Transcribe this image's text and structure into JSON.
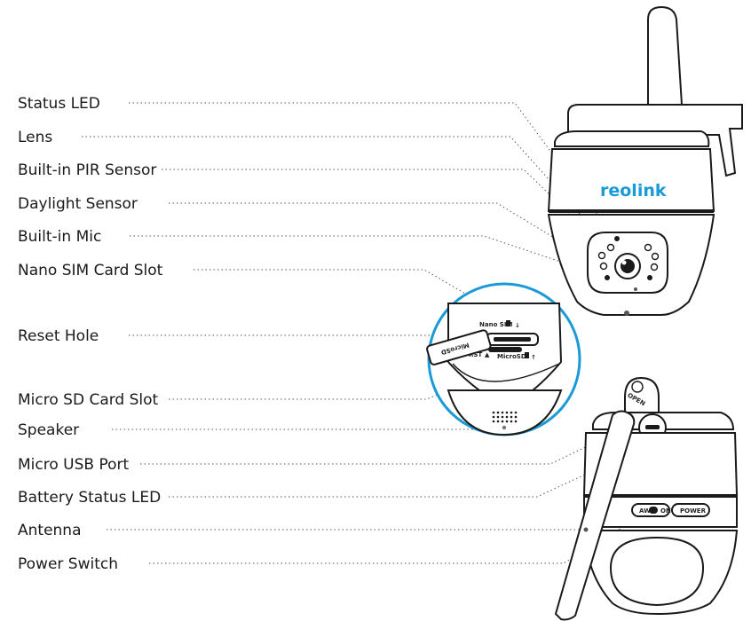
{
  "labels": [
    "Status LED",
    "Lens",
    "Built-in PIR Sensor",
    "Daylight Sensor",
    "Built-in Mic",
    "Nano SIM Card Slot",
    "Reset Hole",
    "Micro SD Card Slot",
    "Speaker",
    "Micro USB Port",
    "Battery Status LED",
    "Antenna",
    "Power Switch"
  ],
  "brand": "reolink",
  "inset": {
    "nano_sim": "Nano SIM",
    "rst": "RST",
    "microsd": "MicroSD",
    "card": "MicroSD"
  },
  "back": {
    "open": "OPEN",
    "power": "POWER",
    "switch_on": "ON",
    "switch_off": "AWD"
  },
  "colors": {
    "inset_ring": "#1a9ad6",
    "brand": "#1a9ad6",
    "line": "#1a1a1a"
  }
}
